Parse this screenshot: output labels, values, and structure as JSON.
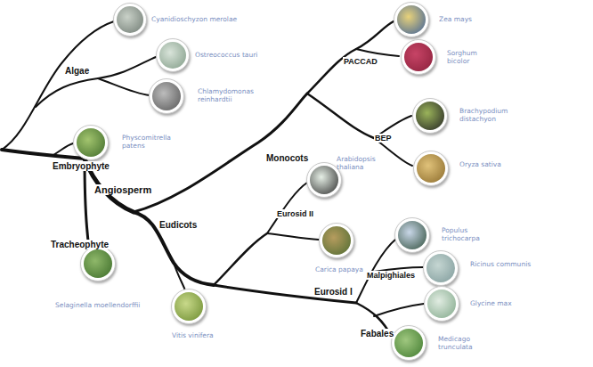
{
  "diagram": {
    "nodes": [
      {
        "text": [
          "Cyanidioschyzon merolae"
        ]
      },
      {
        "text": [
          "Ostreococcus tauri"
        ]
      },
      {
        "text": [
          "Chlamydomonas reinhardtii"
        ]
      },
      {
        "text": [
          "Physcomitrella patens"
        ]
      },
      {
        "text": [
          "Selaginella moellendorffii"
        ]
      },
      {
        "text": [
          "Vitis vinifera"
        ]
      },
      {
        "text": [
          "Arabidopsis thaliana"
        ]
      },
      {
        "text": [
          "Carica papaya"
        ]
      },
      {
        "text": [
          "Zea mays"
        ]
      },
      {
        "text": [
          "Sorghum bicolor"
        ]
      },
      {
        "text": [
          "Brachypodium distachyon"
        ]
      },
      {
        "text": [
          "Oryza sativa"
        ]
      },
      {
        "text": [
          "Populus trichocarpa"
        ]
      },
      {
        "text": [
          "Ricinus communis"
        ]
      },
      {
        "text": [
          "Glycine max"
        ]
      },
      {
        "text": [
          "Medicago trunculata"
        ]
      }
    ],
    "labels": [
      "Algae",
      "Embryophyte",
      "Angiosperm",
      "Tracheophyte",
      "Eudicots",
      "Monocots",
      "PACCAD",
      "BEP",
      "Eurosid II",
      "Malpighiales",
      "Eurosid I",
      "Fabales"
    ]
  }
}
